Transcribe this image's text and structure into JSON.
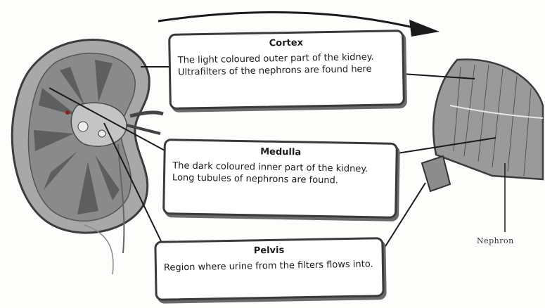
{
  "callouts": {
    "cortex": {
      "title": "Cortex",
      "text": "The light coloured outer part of the kidney. Ultrafilters of the nephrons are found here"
    },
    "medulla": {
      "title": "Medulla",
      "text": "The dark coloured inner part of the kidney. Long tubules of nephrons are found."
    },
    "pelvis": {
      "title": "Pelvis",
      "text": "Region where urine from the filters flows into."
    }
  },
  "labels": {
    "nephron": "Nephron"
  },
  "colors": {
    "line": "#1a1a1a",
    "kidney_cortex": "#9c9c9c",
    "kidney_medulla": "#6e6e6e",
    "box_border": "#3a3a3a"
  }
}
